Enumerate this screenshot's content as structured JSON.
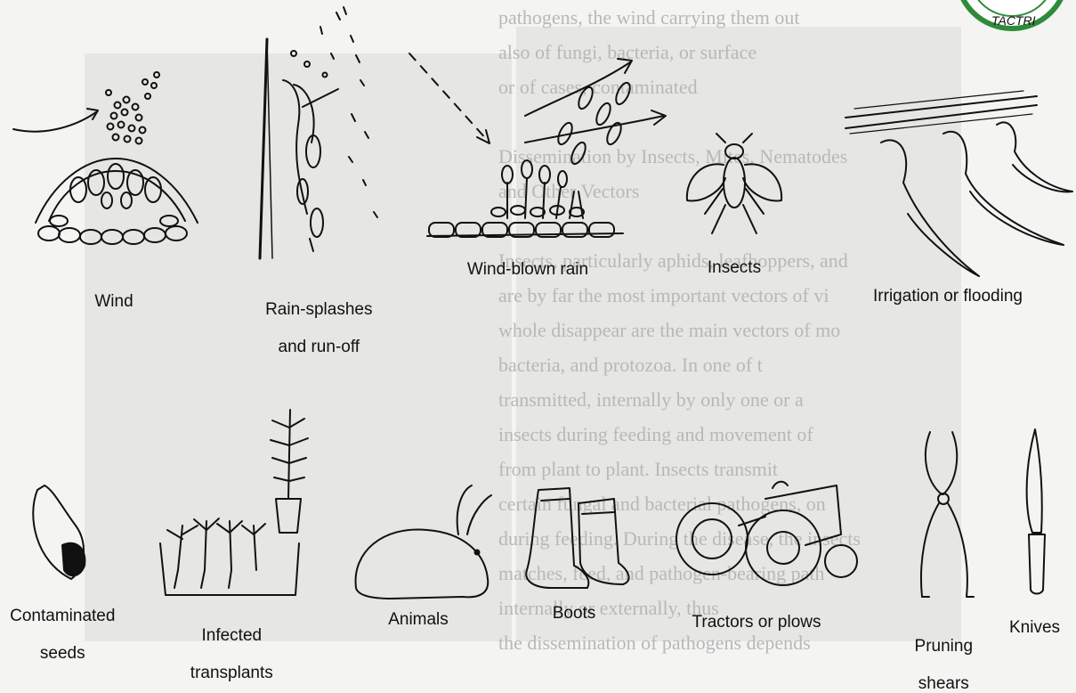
{
  "labels": {
    "wind": "Wind",
    "rain_splashes_line1": "Rain-splashes",
    "rain_splashes_line2": "and run-off",
    "wind_blown_rain": "Wind-blown rain",
    "insects": "Insects",
    "irrigation": "Irrigation or flooding",
    "contaminated_line1": "Contaminated",
    "contaminated_line2": "seeds",
    "infected_line1": "Infected",
    "infected_line2": "transplants",
    "animals": "Animals",
    "boots": "Boots",
    "tractors": "Tractors or plows",
    "pruning_line1": "Pruning",
    "pruning_line2": "shears",
    "knives": "Knives"
  },
  "badge_text": "TACTRI",
  "background_text": [
    "pathogens, the wind carrying them out",
    "also of fungi, bacteria, or surface",
    "or of cases, contaminated",
    "",
    "Dissemination by Insects, Mites, Nematodes",
    "and Other Vectors",
    "",
    "Insects, particularly aphids, leafhoppers, and",
    "are by far the most important vectors of vi",
    "whole disappear are the main vectors of mo",
    "bacteria, and protozoa. In one of t",
    "transmitted, internally by only one or a",
    "insects during feeding and movement of",
    "from plant to plant. Insects transmit",
    "certain fungal and bacterial pathogens, on",
    "during feeding. During the disease, the insects",
    "matches, feed, and pathogen-bearing path",
    "internally or externally, thus",
    "the dissemination of pathogens depends"
  ],
  "colors": {
    "ink": "#111111",
    "background": "#f4f4f3",
    "ghost_text": "#b8b8b8",
    "badge_green": "#2e8b3a"
  }
}
